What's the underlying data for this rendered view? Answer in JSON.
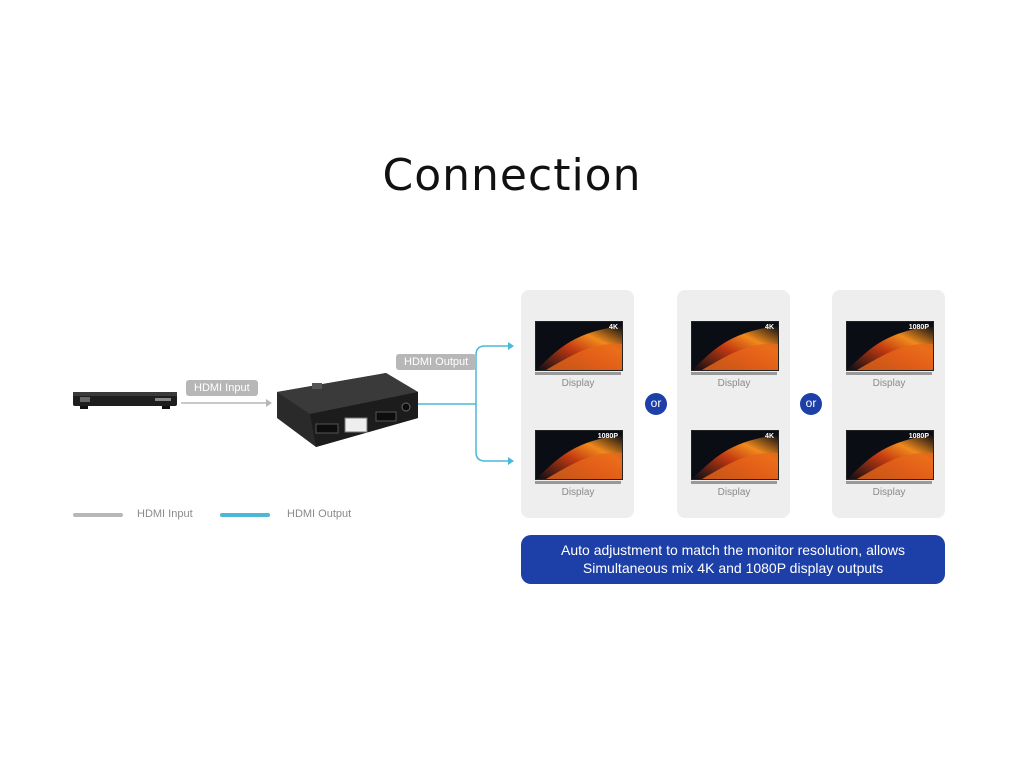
{
  "title": "Connection",
  "labels": {
    "input_tag": "HDMI Input",
    "output_tag": "HDMI Output"
  },
  "panels": [
    {
      "top": {
        "res": "4K",
        "label": "Display"
      },
      "bottom": {
        "res": "1080P",
        "label": "Display"
      }
    },
    {
      "top": {
        "res": "4K",
        "label": "Display"
      },
      "bottom": {
        "res": "4K",
        "label": "Display"
      }
    },
    {
      "top": {
        "res": "1080P",
        "label": "Display"
      },
      "bottom": {
        "res": "1080P",
        "label": "Display"
      }
    }
  ],
  "or_labels": [
    "or",
    "or"
  ],
  "banner": {
    "line1": "Auto adjustment to match the monitor resolution, allows",
    "line2": "Simultaneous mix 4K and 1080P display outputs"
  },
  "legend": {
    "input": "HDMI Input",
    "output": "HDMI Output",
    "input_color": "#b7b7b7",
    "output_color": "#4ab8d6"
  },
  "colors": {
    "accent": "#1d3fa8",
    "panel": "#eeeeee"
  }
}
